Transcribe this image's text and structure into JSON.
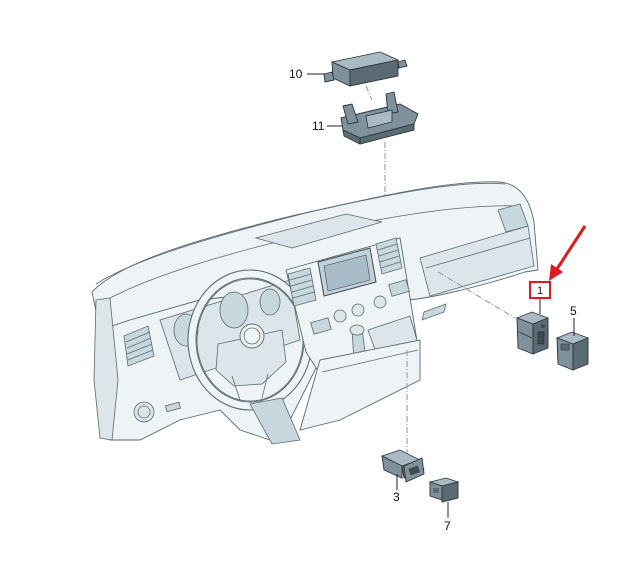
{
  "diagram": {
    "type": "exploded-parts-view",
    "subject": "dashboard with center console switches and control unit",
    "colors": {
      "highlight": "#e0191c",
      "part": "#7f929c",
      "dashboard": "#eef3f6",
      "outline": "#5a6a72"
    },
    "callouts": [
      {
        "id": "10",
        "label": "10",
        "part": "control-unit",
        "highlighted": false
      },
      {
        "id": "11",
        "label": "11",
        "part": "control-unit-bracket",
        "highlighted": false
      },
      {
        "id": "1",
        "label": "1",
        "part": "switch-module",
        "highlighted": true
      },
      {
        "id": "5",
        "label": "5",
        "part": "blank-switch-cover",
        "highlighted": false
      },
      {
        "id": "3",
        "label": "3",
        "part": "socket-switch",
        "highlighted": false
      },
      {
        "id": "7",
        "label": "7",
        "part": "blank-cover",
        "highlighted": false
      }
    ],
    "annotation": {
      "type": "red-arrow",
      "points_to": "1"
    }
  }
}
